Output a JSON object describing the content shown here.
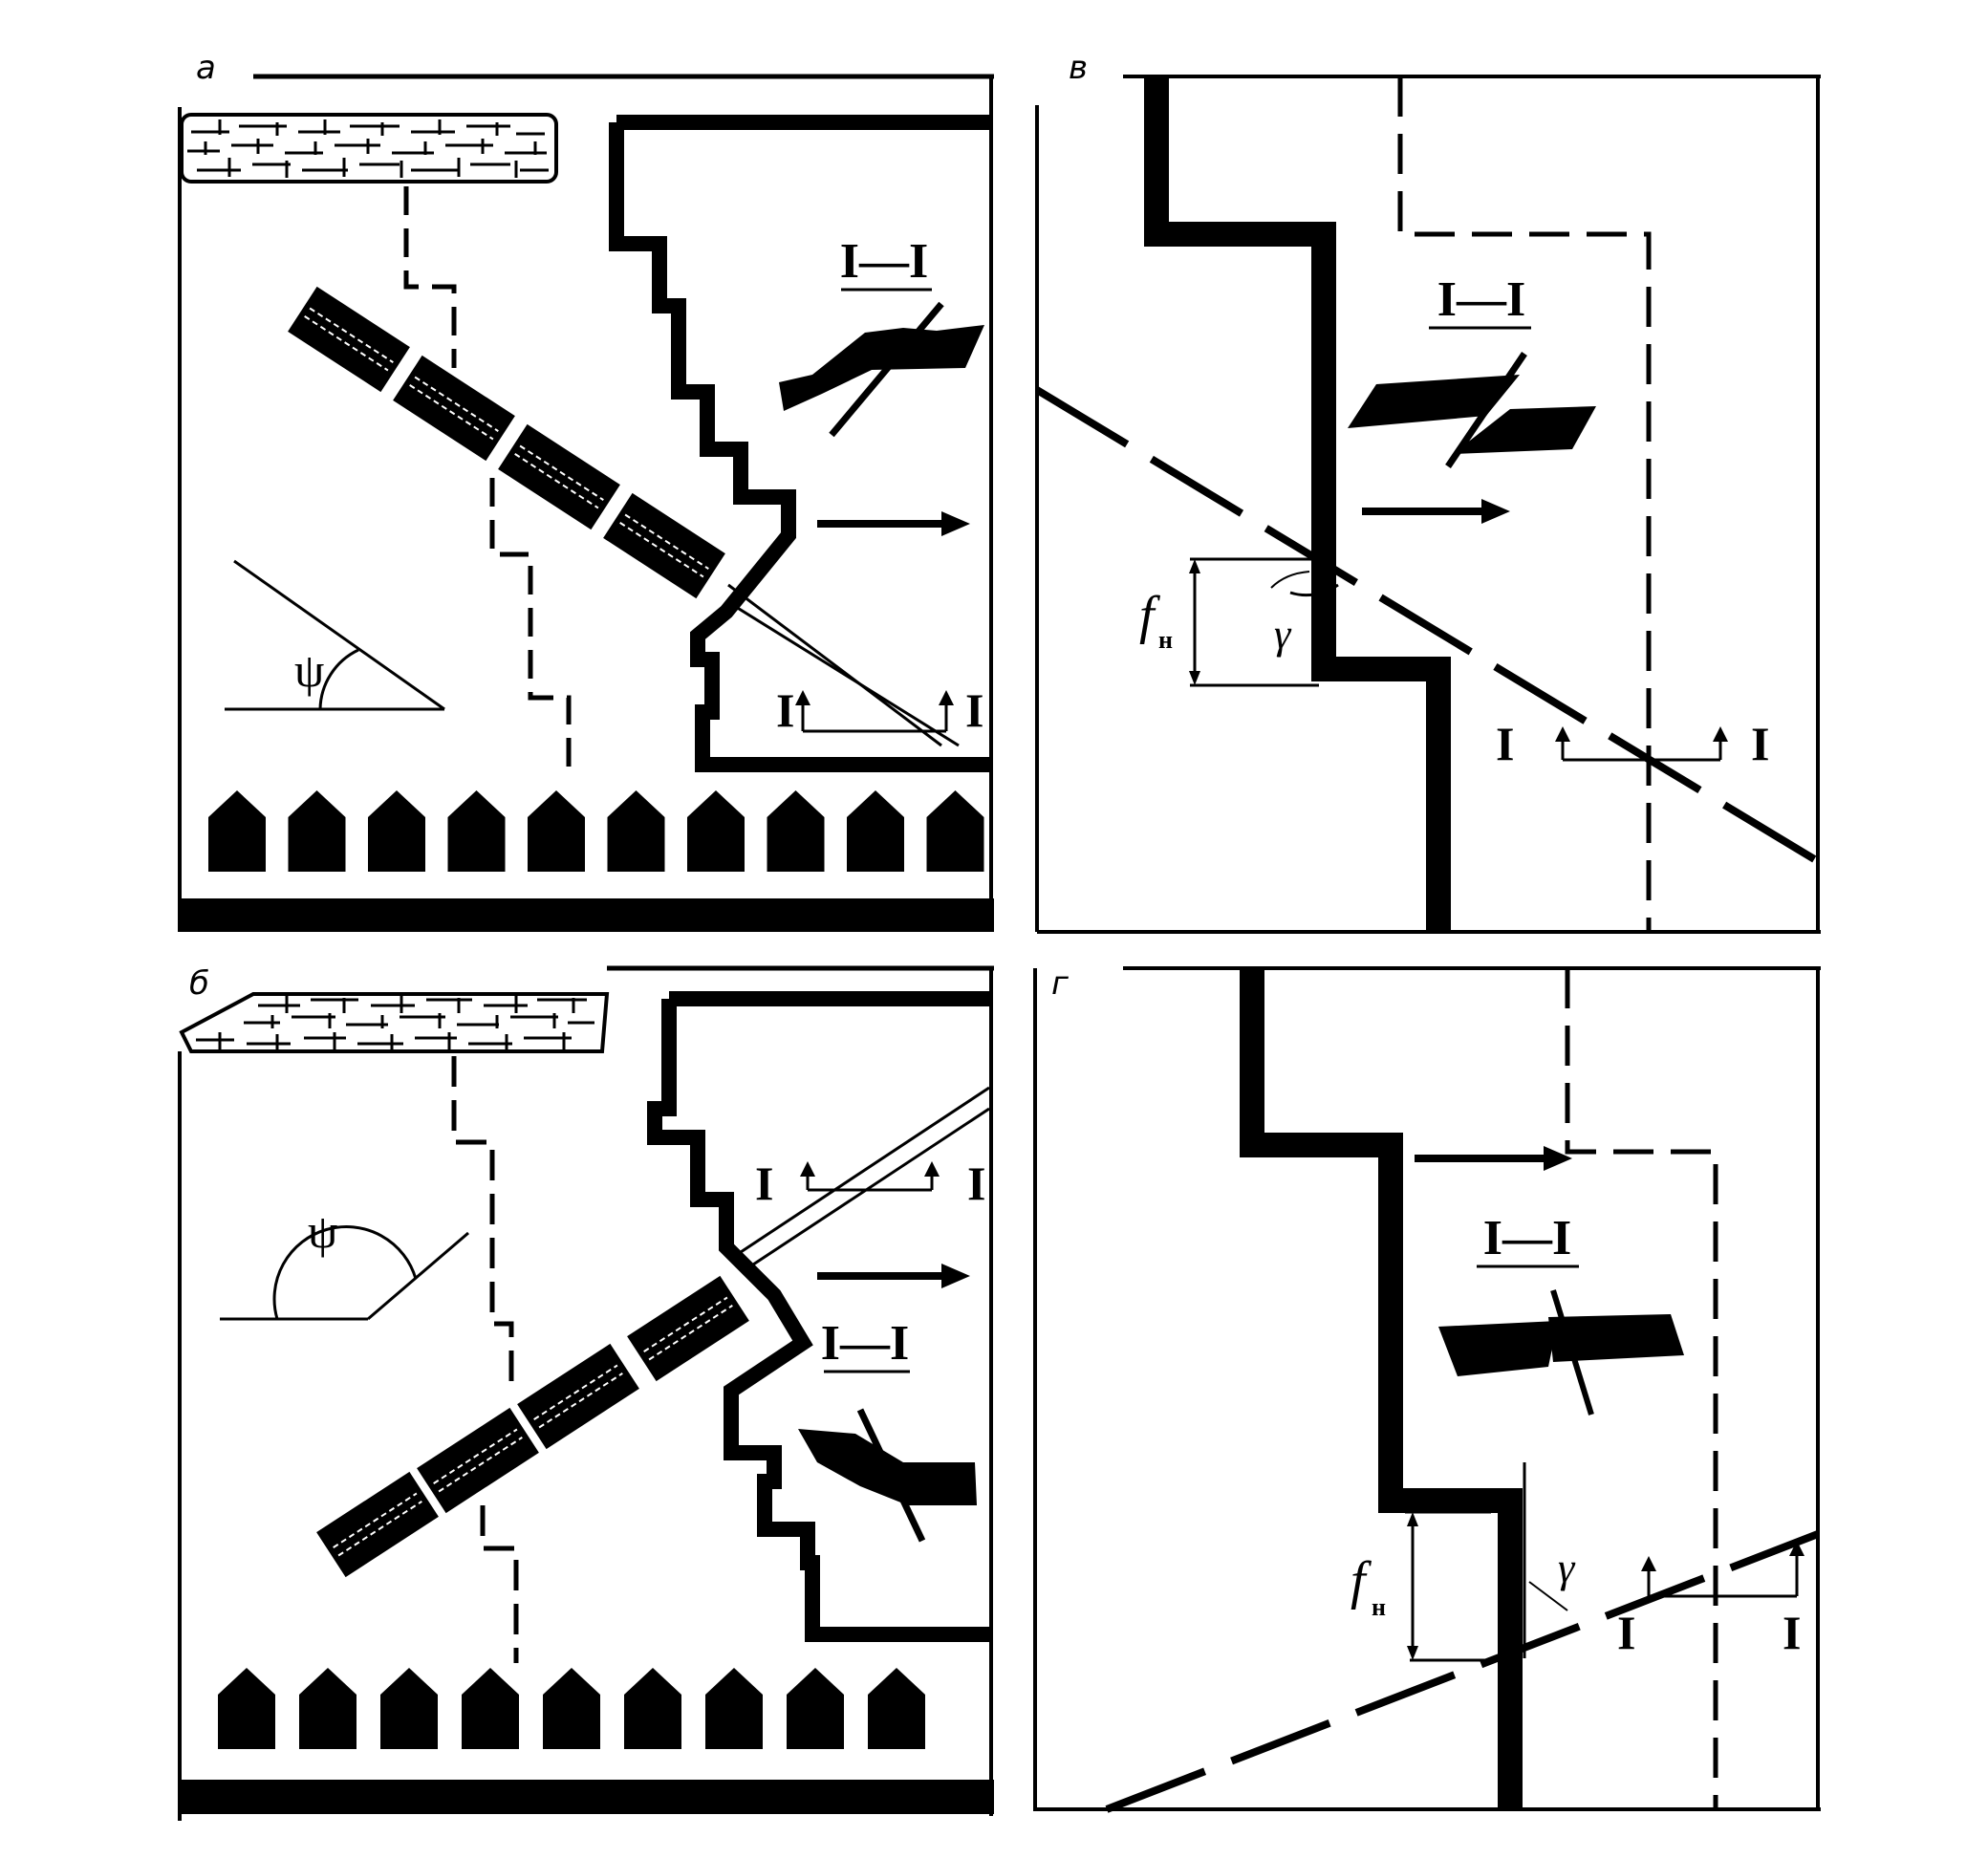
{
  "panels": {
    "a": {
      "letter": "а",
      "section_title": "I—I",
      "section_mark_left": "I",
      "section_mark_right": "I",
      "angle_symbol": "ψ"
    },
    "b": {
      "letter": "б",
      "section_title": "I—I",
      "section_mark_left": "I",
      "section_mark_right": "I",
      "angle_symbol": "ψ"
    },
    "v": {
      "letter": "в",
      "section_title": "I—I",
      "section_mark_left": "I",
      "section_mark_right": "I",
      "angle_symbol": "γ",
      "displacement_symbol": "f",
      "displacement_subscript": "н"
    },
    "g": {
      "letter": "г",
      "section_title": "I—I",
      "section_mark_left": "I",
      "section_mark_right": "I",
      "angle_symbol": "γ",
      "displacement_symbol": "f",
      "displacement_subscript": "н"
    }
  },
  "colors": {
    "ink": "#000000",
    "paper": "#ffffff"
  }
}
